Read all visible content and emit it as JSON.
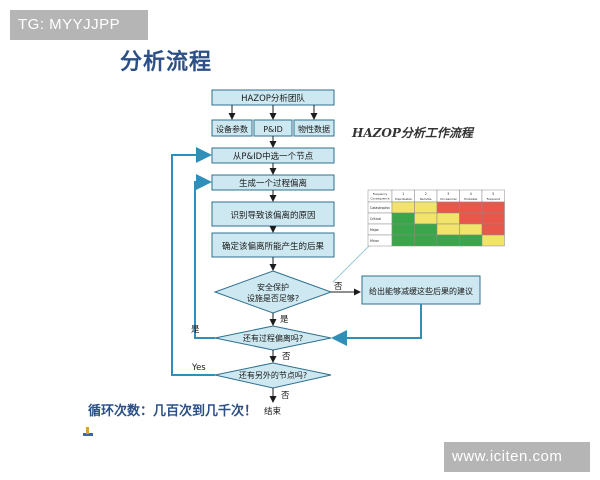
{
  "watermarks": {
    "top_left": "TG: MYYJJPP",
    "bottom_right": "www.iciten.com"
  },
  "heading": "分析流程",
  "flowchart_title": "HAZOP分析工作流程",
  "footer_note": "循环次数：几百次到几千次！",
  "nodes": {
    "team": "HAZOP分析团队",
    "equipment_params": "设备参数",
    "pid": "P&ID",
    "property_data": "物性数据",
    "select_node": "从P&ID中选一个节点",
    "generate_deviation": "生成一个过程偏离",
    "identify_causes": "识别导致该偏离的原因",
    "determine_consequences": "确定该偏离所能产生的后果",
    "safeguard_line1": "安全保护",
    "safeguard_line2": "设施是否足够?",
    "recommendation": "给出能够减缓这些后果的建议",
    "more_deviations": "还有过程偏离吗?",
    "more_nodes": "还有另外的节点吗?",
    "end": "结束"
  },
  "edge_labels": {
    "safeguard_no": "否",
    "safeguard_yes": "是",
    "deviation_yes": "是",
    "deviation_no": "否",
    "node_yes": "Yes",
    "node_no": "否"
  },
  "risk_matrix": {
    "corner_header": "Frequency / Consequence",
    "column_headers": [
      {
        "num": "1",
        "label": "Improbable"
      },
      {
        "num": "2",
        "label": "Remote"
      },
      {
        "num": "3",
        "label": "Occasional"
      },
      {
        "num": "4",
        "label": "Probable"
      },
      {
        "num": "5",
        "label": "Frequent"
      }
    ],
    "rows": [
      {
        "label": "Catastrophic",
        "cells": [
          "#f2e36a",
          "#f2e36a",
          "#e8574a",
          "#e8574a",
          "#e8574a"
        ]
      },
      {
        "label": "Critical",
        "cells": [
          "#3aa54a",
          "#f2e36a",
          "#f2e36a",
          "#e8574a",
          "#e8574a"
        ]
      },
      {
        "label": "Major",
        "cells": [
          "#3aa54a",
          "#3aa54a",
          "#f2e36a",
          "#f2e36a",
          "#e8574a"
        ]
      },
      {
        "label": "Minor",
        "cells": [
          "#3aa54a",
          "#3aa54a",
          "#3aa54a",
          "#3aa54a",
          "#f2e36a"
        ]
      }
    ]
  },
  "colors": {
    "box_fill": "#cde8f0",
    "box_stroke": "#2f6f8f",
    "arrow": "#2f8fb8",
    "connector": "#1c1c1c"
  }
}
